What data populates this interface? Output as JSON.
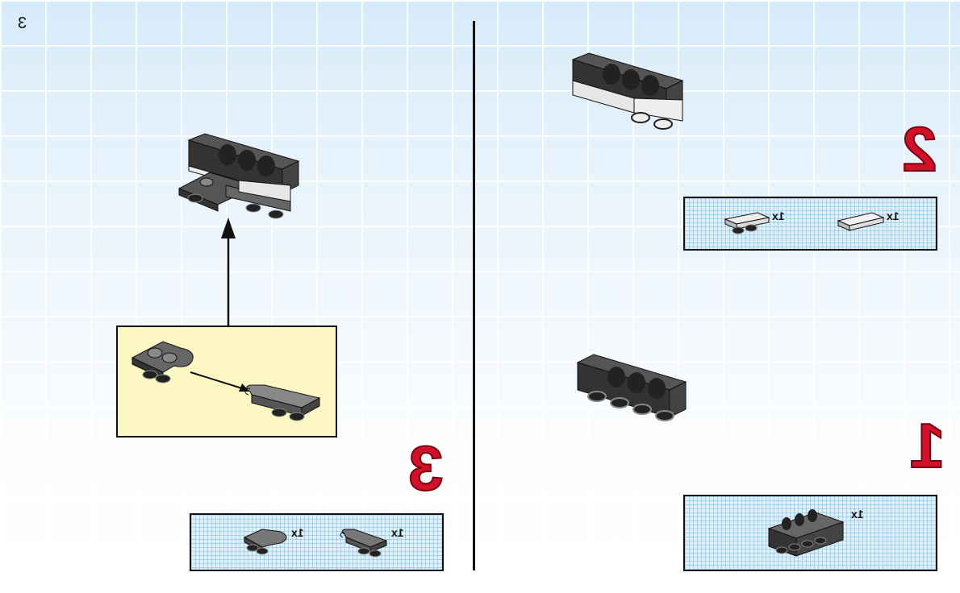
{
  "page": {
    "number": "3"
  },
  "steps": [
    {
      "number": "1",
      "parts": [
        {
          "qty": "1x",
          "part": "black-brick-1x4"
        }
      ]
    },
    {
      "number": "2",
      "parts": [
        {
          "qty": "1x",
          "part": "light-gray-plate-1x2"
        },
        {
          "qty": "1x",
          "part": "light-gray-tile-1x2"
        }
      ]
    },
    {
      "number": "3",
      "parts": [
        {
          "qty": "1x",
          "part": "dark-gray-hinge-plate"
        },
        {
          "qty": "1x",
          "part": "dark-gray-hinge-plate-fingers"
        }
      ]
    }
  ],
  "colors": {
    "step_red": "#d3102a",
    "brick_black": "#333333",
    "brick_gray": "#d9d9d9",
    "callout_yellow": "#fdf7c3"
  }
}
